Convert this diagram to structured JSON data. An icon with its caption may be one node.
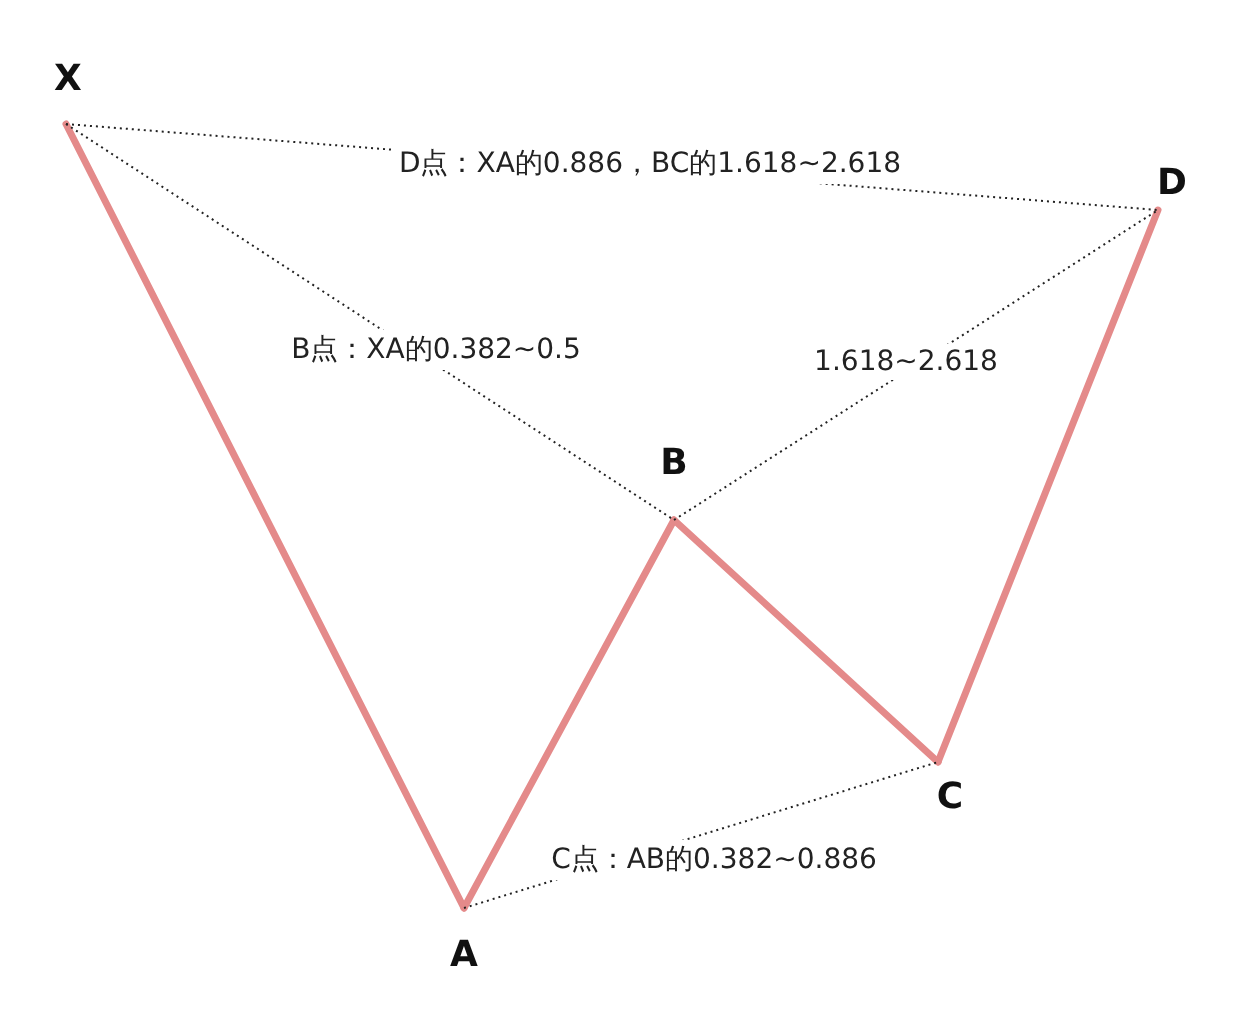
{
  "diagram": {
    "nodes": [
      {
        "text": [
          "X"
        ]
      },
      {
        "text": [
          "A"
        ]
      },
      {
        "text": [
          "B"
        ]
      },
      {
        "text": [
          "C"
        ]
      },
      {
        "text": [
          "D"
        ]
      }
    ],
    "edges": [
      {
        "from": 0,
        "to": 1,
        "arrow": "none",
        "style": "thick",
        "color": "#e48a8a"
      },
      {
        "from": 1,
        "to": 2,
        "arrow": "none",
        "style": "thick",
        "color": "#e48a8a"
      },
      {
        "from": 2,
        "to": 3,
        "arrow": "none",
        "style": "thick",
        "color": "#e48a8a"
      },
      {
        "from": 3,
        "to": 4,
        "arrow": "none",
        "style": "thick",
        "color": "#e48a8a"
      },
      {
        "from": 0,
        "to": 4,
        "arrow": "none",
        "style": "dashed",
        "color": "#222222",
        "label": "D点：XA的0.886，BC的1.618~2.618"
      },
      {
        "from": 0,
        "to": 2,
        "arrow": "none",
        "style": "dashed",
        "color": "#222222",
        "label": "B点：XA的0.382~0.5"
      },
      {
        "from": 2,
        "to": 4,
        "arrow": "none",
        "style": "dashed",
        "color": "#222222",
        "label": "1.618~2.618"
      },
      {
        "from": 1,
        "to": 3,
        "arrow": "none",
        "style": "dashed",
        "color": "#222222",
        "label": "C点：AB的0.382~0.886"
      }
    ]
  }
}
